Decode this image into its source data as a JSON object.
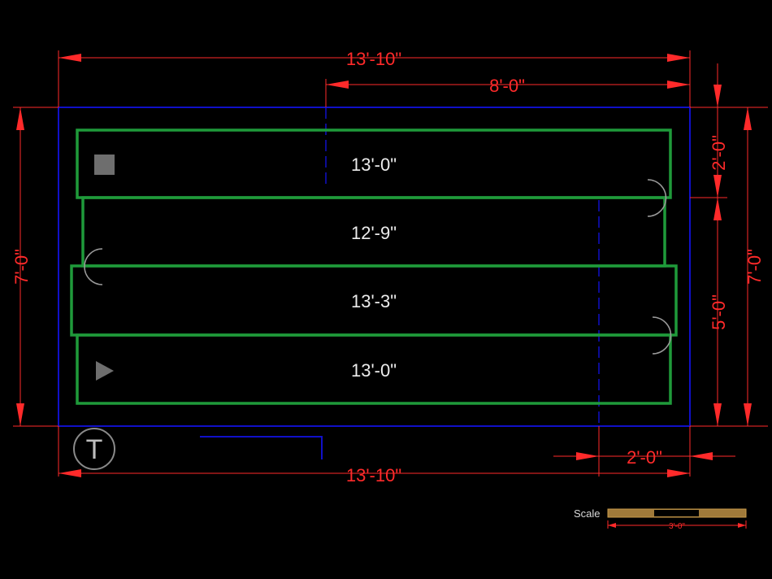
{
  "plan": {
    "overall_width_top": "13'-10\"",
    "offset_width_top": "8'-0\"",
    "overall_width_bottom": "13'-10\"",
    "end_offset_bottom": "2'-0\"",
    "overall_height_left": "7'-0\"",
    "overall_height_right": "7'-0\"",
    "segment_top_right": "2'-0\"",
    "segment_bottom_right": "5'-0\""
  },
  "lanes": [
    {
      "length": "13'-0\""
    },
    {
      "length": "12'-9\""
    },
    {
      "length": "13'-3\""
    },
    {
      "length": "13'-0\""
    }
  ],
  "markers": {
    "start_icon": "square-stop-icon",
    "end_icon": "triangle-play-icon",
    "badge_letter": "T"
  },
  "scale_bar": {
    "label": "Scale",
    "length": "3'-0\""
  },
  "colors": {
    "outline": "#1010c8",
    "lanes": "#1f9a3a",
    "dimensions": "#ff2a2a",
    "background": "#000000",
    "scale_bar": "#a07a3a"
  }
}
